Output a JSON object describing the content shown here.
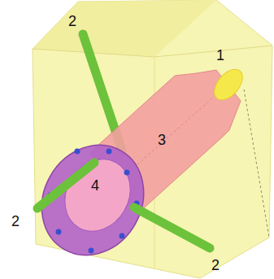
{
  "diagram": {
    "labels": [
      "1",
      "2",
      "2",
      "2",
      "3",
      "4"
    ]
  }
}
